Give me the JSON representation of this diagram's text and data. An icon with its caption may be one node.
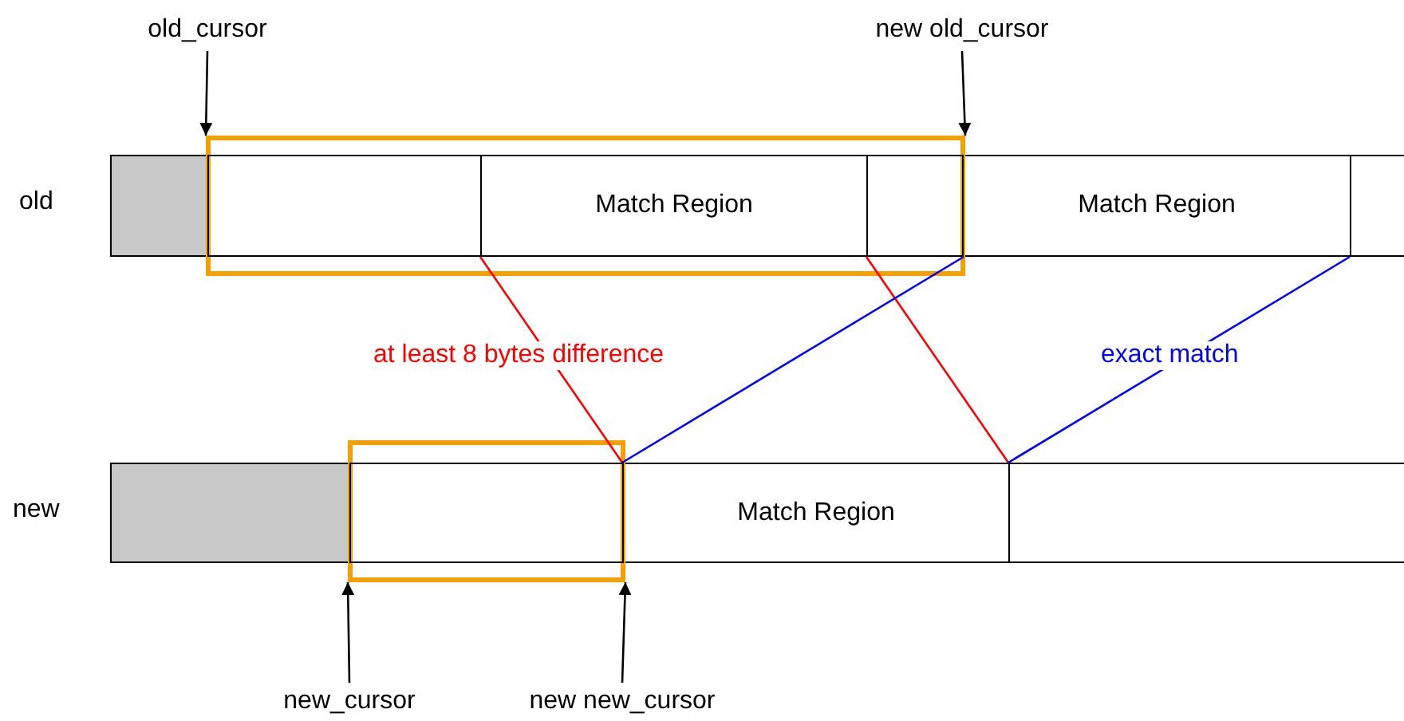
{
  "diagram": {
    "nodes": [
      {
        "text": [],
        "shape": "box"
      },
      {
        "text": [],
        "shape": "box"
      },
      {
        "text": [],
        "shape": "box",
        "in": 1
      },
      {
        "text": [
          "Match Region"
        ],
        "in": 1
      },
      {
        "text": [],
        "shape": "box",
        "in": 1
      },
      {
        "text": [
          "Match Region"
        ]
      },
      {
        "text": [],
        "shape": "box"
      },
      {
        "text": [],
        "shape": "box"
      },
      {
        "text": [],
        "shape": "box"
      },
      {
        "text": [],
        "shape": "box",
        "in": 8
      },
      {
        "text": [
          "Match Region"
        ]
      },
      {
        "text": [],
        "shape": "box"
      },
      {
        "text": [
          "old_cursor"
        ]
      },
      {
        "text": [
          "new old_cursor"
        ]
      },
      {
        "text": [
          "new_cursor"
        ]
      },
      {
        "text": [
          "new new_cursor"
        ]
      }
    ],
    "edges": [
      {
        "from": 12,
        "to": 1,
        "arrow": "to"
      },
      {
        "from": 13,
        "to": 1,
        "arrow": "to"
      },
      {
        "from": 14,
        "to": 8,
        "arrow": "to"
      },
      {
        "from": 15,
        "to": 8,
        "arrow": "to"
      },
      {
        "from": 3,
        "to": 10,
        "arrow": "none",
        "label": "at least 8 bytes difference",
        "color": "#ff0000"
      },
      {
        "from": 4,
        "to": 11,
        "arrow": "none",
        "color": "#ff0000"
      },
      {
        "from": 4,
        "to": 10,
        "arrow": "none",
        "color": "#0000ff"
      },
      {
        "from": 6,
        "to": 11,
        "arrow": "none",
        "label": "exact match",
        "color": "#0000ff"
      }
    ],
    "labels": [
      "old",
      "new"
    ]
  }
}
